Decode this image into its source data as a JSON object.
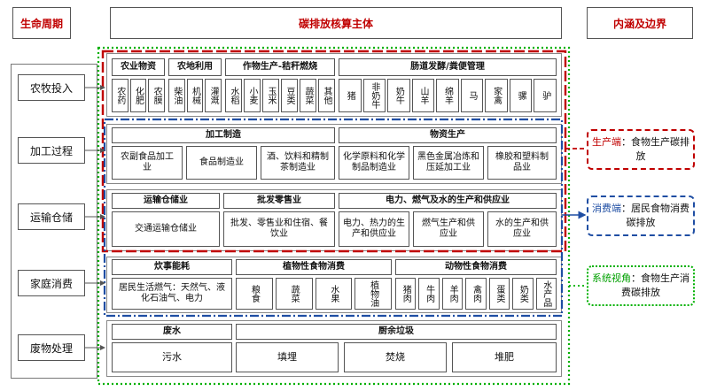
{
  "headers": {
    "lifecycle": "生命周期",
    "subject": "碳排放核算主体",
    "boundary": "内涵及边界"
  },
  "stages": [
    "农牧投入",
    "加工过程",
    "运输仓储",
    "家庭消费",
    "废物处理"
  ],
  "agri": {
    "groups": [
      {
        "title": "农业物资",
        "items": [
          "农药",
          "化肥",
          "农膜"
        ]
      },
      {
        "title": "农地利用",
        "items": [
          "柴油",
          "机械",
          "灌溉"
        ]
      },
      {
        "title": "作物生产-秸秆燃烧",
        "items": [
          "水稻",
          "小麦",
          "玉米",
          "豆类",
          "蔬菜",
          "其他"
        ]
      },
      {
        "title": "肠道发酵/粪便管理",
        "items": [
          "猪",
          "非奶牛",
          "奶牛",
          "山羊",
          "绵羊",
          "马",
          "家禽",
          "骡",
          "驴"
        ]
      }
    ]
  },
  "processing": {
    "manufacturing": {
      "title": "加工制造",
      "items": [
        "农副食品加工业",
        "食品制造业",
        "酒、饮料和精制茶制造业"
      ]
    },
    "materials": {
      "title": "物资生产",
      "items": [
        "化学原料和化学制品制造业",
        "黑色金属冶炼和压延加工业",
        "橡胶和塑料制品业"
      ]
    }
  },
  "transport": {
    "storage": {
      "title": "运输仓储业",
      "item": "交通运输仓储业"
    },
    "retail": {
      "title": "批发零售业",
      "item": "批发、零售业和住宿、餐饮业"
    },
    "utilities": {
      "title": "电力、燃气及水的生产和供应业",
      "items": [
        "电力、热力的生产和供应业",
        "燃气生产和供应业",
        "水的生产和供应业"
      ]
    }
  },
  "household": {
    "energy": {
      "title": "炊事能耗",
      "item": "居民生活燃气：天然气、液化石油气、电力"
    },
    "plant": {
      "title": "植物性食物消费",
      "items": [
        "粮食",
        "蔬菜",
        "水果",
        "植物油"
      ]
    },
    "animal": {
      "title": "动物性食物消费",
      "items": [
        "猪肉",
        "牛肉",
        "羊肉",
        "禽肉",
        "蛋类",
        "奶类",
        "水产品"
      ]
    }
  },
  "waste": {
    "water": {
      "title": "废水",
      "item": "污水"
    },
    "kitchen": {
      "title": "厨余垃圾",
      "items": [
        "填埋",
        "焚烧",
        "堆肥"
      ]
    }
  },
  "legend": {
    "production": {
      "key": "生产端",
      "text": "：食物生产碳排放"
    },
    "consumption": {
      "key": "消费端",
      "text": "：居民食物消费碳排放"
    },
    "system": {
      "key": "系统视角",
      "text": "：食物生产消费碳排放"
    }
  }
}
